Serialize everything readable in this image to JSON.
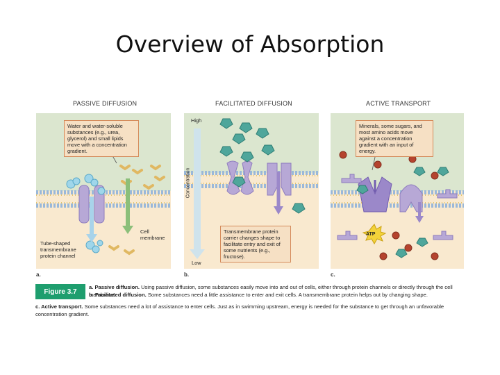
{
  "slide": {
    "title": "Overview of Absorption"
  },
  "panels": [
    {
      "heading": "PASSIVE DIFFUSION",
      "letter": "a.",
      "callout": "Water and water-soluble substances (e.g., urea, glycerol) and small lipids move with a concentration gradient.",
      "labels": {
        "channel": "Tube-shaped transmembrane protein channel",
        "membrane": "Cell membrane"
      }
    },
    {
      "heading": "FACILITATED DIFFUSION",
      "letter": "b.",
      "callout": "Transmembrane protein carrier changes shape to facilitate entry and exit of some nutrients (e.g., fructose).",
      "labels": {
        "high": "High",
        "concentration": "Concentration",
        "low": "Low"
      }
    },
    {
      "heading": "ACTIVE TRANSPORT",
      "letter": "c.",
      "callout": "Minerals, some sugars, and most amino acids move against a concentration gradient with an input of energy.",
      "labels": {
        "atp": "ATP"
      }
    }
  ],
  "figure": {
    "badge": "Figure 3.7",
    "captions": [
      {
        "lead": "a. Passive diffusion.",
        "text": " Using passive diffusion, some substances easily move into and out of cells, either through protein channels or directly through the cell membrane."
      },
      {
        "lead": "b. Facilitated diffusion.",
        "text": " Some substances need a little assistance to enter and exit cells. A transmembrane protein helps out by changing shape."
      },
      {
        "lead": "c. Active transport.",
        "text": " Some substances need a lot of assistance to enter cells. Just as in swimming upstream, energy is needed for the substance to get through an unfavorable concentration gradient."
      }
    ]
  },
  "colors": {
    "extracellular": "#dbe6cf",
    "intracellular": "#f9e9cf",
    "protein": "#b7a8d6",
    "molecule": "#4fa69b",
    "badge": "#1e9e6e"
  }
}
